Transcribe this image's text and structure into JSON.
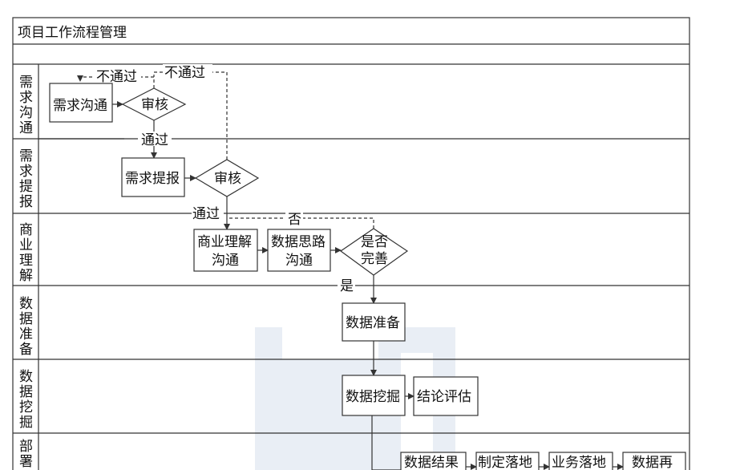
{
  "title": "项目工作流程管理",
  "lanes": [
    {
      "chars": [
        "需",
        "求",
        "沟",
        "通"
      ]
    },
    {
      "chars": [
        "需",
        "求",
        "提",
        "报"
      ]
    },
    {
      "chars": [
        "商",
        "业",
        "理",
        "解"
      ]
    },
    {
      "chars": [
        "数",
        "据",
        "准",
        "备"
      ]
    },
    {
      "chars": [
        "数",
        "据",
        "挖",
        "掘"
      ]
    },
    {
      "chars": [
        "部",
        "署"
      ]
    }
  ],
  "nodes": {
    "xqgt": "需求沟通",
    "sh1": "审核",
    "xqtb": "需求提报",
    "sh2": "审核",
    "syljgt_1": "商业理解",
    "syljgt_2": "沟通",
    "sjslgt_1": "数据思路",
    "sjslgt_2": "沟通",
    "sfws_1": "是否",
    "sfws_2": "完善",
    "sjzb": "数据准备",
    "sjwj": "数据挖掘",
    "jlpg": "结论评估",
    "sjjg": "数据结果",
    "zdld": "制定落地",
    "ywld": "业务落地",
    "sjz": "数据再"
  },
  "labels": {
    "bt1": "不通过",
    "bt2": "不通过",
    "tg1": "通过",
    "tg2": "通过",
    "fou": "否",
    "shi": "是"
  }
}
